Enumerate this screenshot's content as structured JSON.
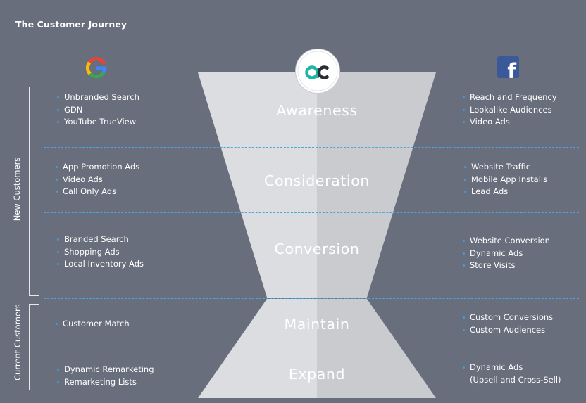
{
  "title": "The Customer Journey",
  "side_labels": {
    "new_customers": "New Customers",
    "current_customers": "Current Customers"
  },
  "icons": {
    "google": "google-logo-icon",
    "facebook": "facebook-logo-icon",
    "center": "ac-brand-logo-icon"
  },
  "colors": {
    "background": "#686e7c",
    "funnel_light": "#dcdde0",
    "funnel_dark": "#c9cbcf",
    "separator": "#4aa6e0",
    "bullet": "#3b9fe0",
    "logo_teal": "#1fb5a5",
    "facebook_blue": "#3b5998"
  },
  "stages": [
    {
      "name": "Awareness",
      "google": [
        "Unbranded Search",
        "GDN",
        "YouTube TrueView"
      ],
      "facebook": [
        "Reach and Frequency",
        "Lookalike Audiences",
        "Video Ads"
      ]
    },
    {
      "name": "Consideration",
      "google": [
        "App Promotion Ads",
        "Video Ads",
        "Call Only Ads"
      ],
      "facebook": [
        "Website Traffic",
        "Mobile App Installs",
        "Lead Ads"
      ]
    },
    {
      "name": "Conversion",
      "google": [
        "Branded Search",
        "Shopping Ads",
        "Local Inventory Ads"
      ],
      "facebook": [
        "Website Conversion",
        "Dynamic Ads",
        "Store Visits"
      ]
    },
    {
      "name": "Maintain",
      "google": [
        "Customer Match"
      ],
      "facebook": [
        "Custom Conversions",
        "Custom Audiences"
      ]
    },
    {
      "name": "Expand",
      "google": [
        "Dynamic Remarketing",
        "Remarketing Lists"
      ],
      "facebook": [
        "Dynamic Ads",
        "(Upsell and Cross-Sell)"
      ]
    }
  ]
}
